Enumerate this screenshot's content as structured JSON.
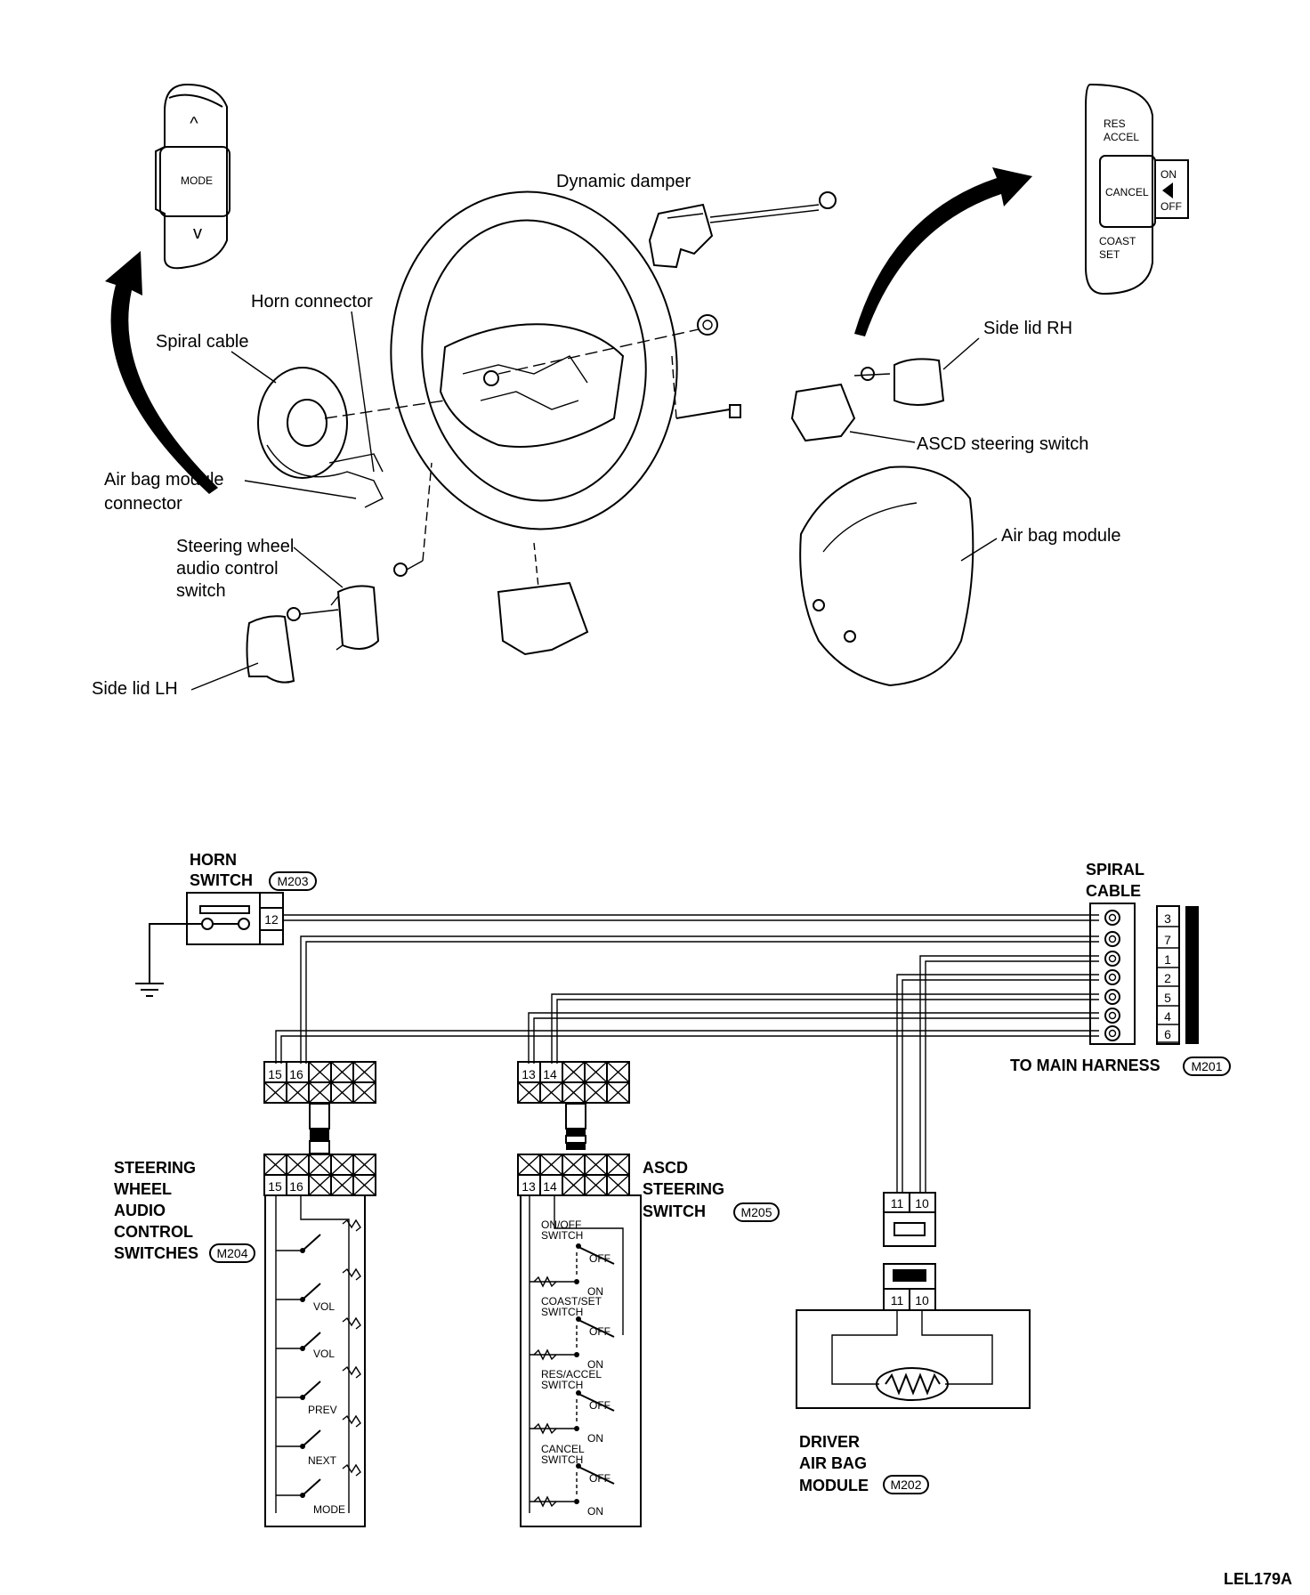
{
  "figure_code": "LEL179A",
  "parts": {
    "dynamic_damper": "Dynamic damper",
    "horn_connector": "Horn connector",
    "spiral_cable": "Spiral cable",
    "air_bag_module_connector_line1": "Air bag module",
    "air_bag_module_connector_line2": "connector",
    "audio_switch_line1": "Steering wheel",
    "audio_switch_line2": "audio control",
    "audio_switch_line3": "switch",
    "side_lid_lh": "Side lid LH",
    "side_lid_rh": "Side lid RH",
    "ascd_steering_switch": "ASCD steering switch",
    "air_bag_module": "Air bag module"
  },
  "audio_pad": {
    "up": "^",
    "mode": "MODE",
    "down": "v"
  },
  "ascd_pad": {
    "res": "RES",
    "accel": "ACCEL",
    "cancel": "CANCEL",
    "coast": "COAST",
    "set": "SET",
    "on": "ON",
    "off": "OFF"
  },
  "schematic": {
    "horn_line1": "HORN",
    "horn_line2": "SWITCH",
    "horn_conn": "M203",
    "horn_pin": "12",
    "spiral_line1": "SPIRAL",
    "spiral_line2": "CABLE",
    "spiral_pins": [
      "3",
      "7",
      "1",
      "2",
      "5",
      "4",
      "6"
    ],
    "main_harness": "TO MAIN HARNESS",
    "main_harness_conn": "M201",
    "audio_pins": [
      "15",
      "16"
    ],
    "audio_line1": "STEERING",
    "audio_line2": "WHEEL",
    "audio_line3": "AUDIO",
    "audio_line4": "CONTROL",
    "audio_line5": "SWITCHES",
    "audio_conn": "M204",
    "audio_switches": [
      "VOL",
      "VOL",
      "PREV",
      "NEXT",
      "MODE"
    ],
    "ascd_pins": [
      "13",
      "14"
    ],
    "ascd_line1": "ASCD",
    "ascd_line2": "STEERING",
    "ascd_line3": "SWITCH",
    "ascd_conn": "M205",
    "ascd_onoff_1": "ON/OFF",
    "ascd_onoff_2": "SWITCH",
    "ascd_coast_1": "COAST/SET",
    "ascd_coast_2": "SWITCH",
    "ascd_res_1": "RES/ACCEL",
    "ascd_res_2": "SWITCH",
    "ascd_cancel_1": "CANCEL",
    "ascd_cancel_2": "SWITCH",
    "off": "OFF",
    "on": "ON",
    "airbag_pins": [
      "11",
      "10"
    ],
    "airbag_line1": "DRIVER",
    "airbag_line2": "AIR BAG",
    "airbag_line3": "MODULE",
    "airbag_conn": "M202"
  }
}
